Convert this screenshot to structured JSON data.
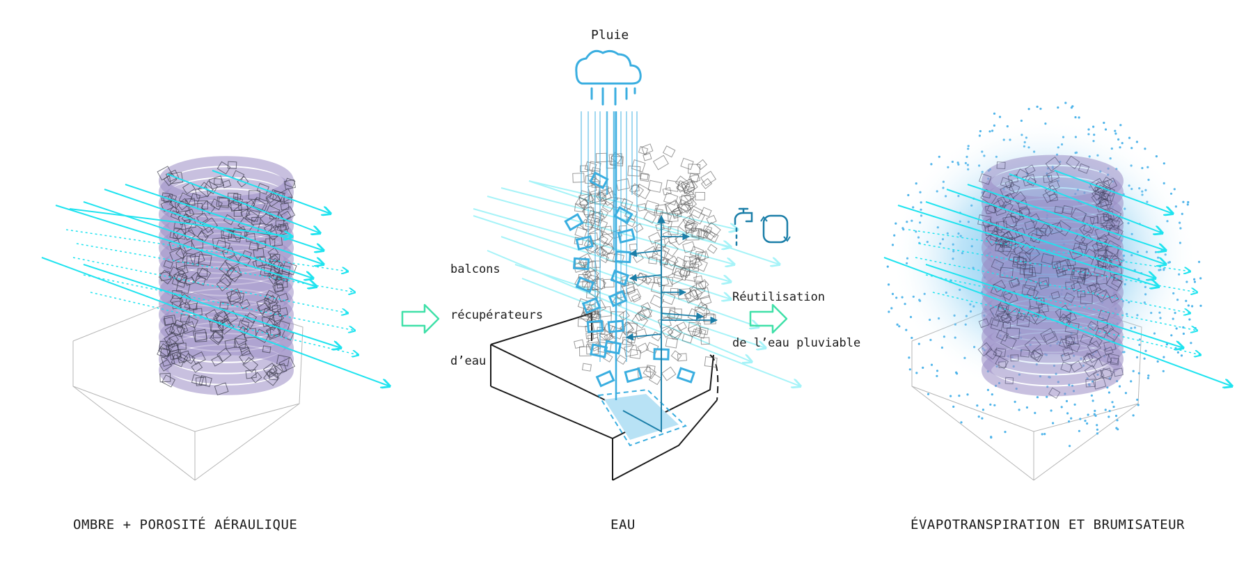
{
  "panels": [
    {
      "caption": "OMBRE + POROSITÉ AÉRAULIQUE"
    },
    {
      "caption": "EAU"
    },
    {
      "caption": "ÉVAPOTRANSPIRATION ET BRUMISATEUR"
    }
  ],
  "labels": {
    "rain": "Pluie",
    "balconies": [
      "balcons",
      "récupérateurs",
      "d’eau"
    ],
    "reuse": [
      "Réutilisation",
      "de l’eau pluviable"
    ]
  },
  "icons": [
    "cloud-rain-icon",
    "tap-icon",
    "recycle-loop-icon",
    "arrow-right-outline-icon"
  ],
  "colors": {
    "wind": "#1fe3ef",
    "wind_light": "#a6f3f8",
    "water": "#3aaee0",
    "water_dark": "#1a7ea8",
    "facade": "#9b8cc4",
    "outline": "#1a1a1a",
    "grid": "#b5b5b5",
    "step_arrow": "#3fe0a8",
    "mist": "#4fb4ea"
  }
}
